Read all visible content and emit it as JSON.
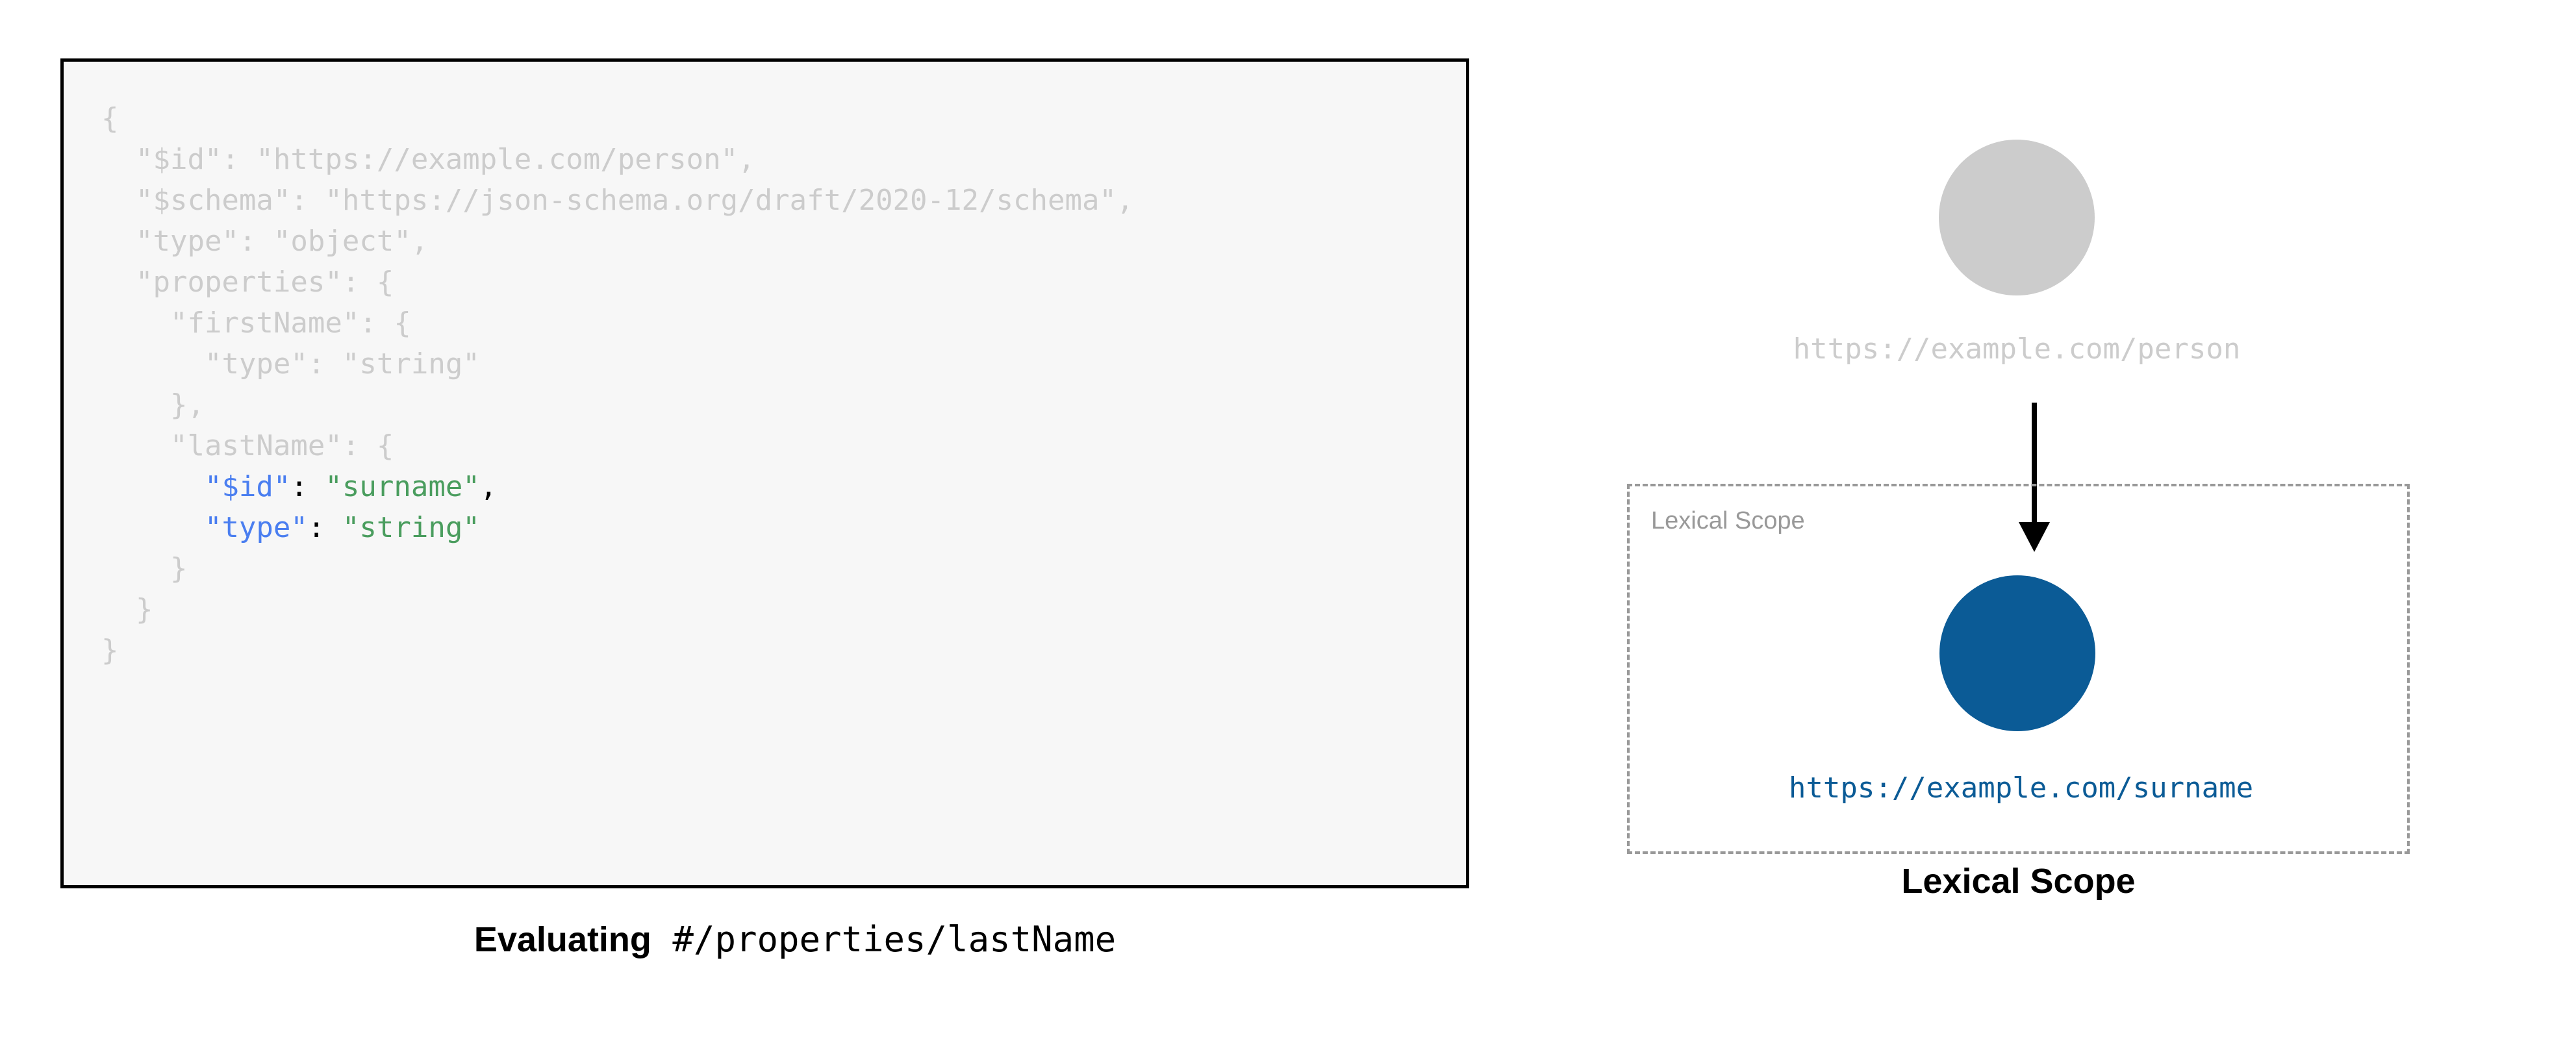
{
  "left_panel": {
    "code_block": {
      "language": "json",
      "background": "#f7f7f7",
      "border_color": "#000000",
      "muted_color": "#cccccc",
      "key_color": "#4a7ef0",
      "string_color": "#4a9d5e",
      "punct_color": "#000000",
      "lines": [
        {
          "indent": 0,
          "tokens": [
            {
              "t": "{",
              "c": "muted"
            }
          ]
        },
        {
          "indent": 1,
          "tokens": [
            {
              "t": "\"$id\": \"https://example.com/person\",",
              "c": "muted"
            }
          ]
        },
        {
          "indent": 1,
          "tokens": [
            {
              "t": "\"$schema\": \"https://json-schema.org/draft/2020-12/schema\",",
              "c": "muted"
            }
          ]
        },
        {
          "indent": 1,
          "tokens": [
            {
              "t": "\"type\": \"object\",",
              "c": "muted"
            }
          ]
        },
        {
          "indent": 1,
          "tokens": [
            {
              "t": "\"properties\": {",
              "c": "muted"
            }
          ]
        },
        {
          "indent": 2,
          "tokens": [
            {
              "t": "\"firstName\": {",
              "c": "muted"
            }
          ]
        },
        {
          "indent": 3,
          "tokens": [
            {
              "t": "\"type\": \"string\"",
              "c": "muted"
            }
          ]
        },
        {
          "indent": 2,
          "tokens": [
            {
              "t": "},",
              "c": "muted"
            }
          ]
        },
        {
          "indent": 2,
          "tokens": [
            {
              "t": "\"lastName\": {",
              "c": "muted"
            }
          ]
        },
        {
          "indent": 3,
          "tokens": [
            {
              "t": "\"$id\"",
              "c": "key"
            },
            {
              "t": ": ",
              "c": "punct"
            },
            {
              "t": "\"surname\"",
              "c": "string"
            },
            {
              "t": ",",
              "c": "punct"
            }
          ]
        },
        {
          "indent": 3,
          "tokens": [
            {
              "t": "\"type\"",
              "c": "key"
            },
            {
              "t": ": ",
              "c": "punct"
            },
            {
              "t": "\"string\"",
              "c": "string"
            }
          ]
        },
        {
          "indent": 2,
          "tokens": [
            {
              "t": "}",
              "c": "muted"
            }
          ]
        },
        {
          "indent": 1,
          "tokens": [
            {
              "t": "}",
              "c": "muted"
            }
          ]
        },
        {
          "indent": 0,
          "tokens": [
            {
              "t": "}",
              "c": "muted"
            }
          ]
        }
      ]
    },
    "caption": {
      "bold_text": "Evaluating",
      "mono_text": "#/properties/lastName"
    }
  },
  "right_panel": {
    "outer_node": {
      "label": "https://example.com/person",
      "circle_color": "#cccccc",
      "label_color": "#cccccc"
    },
    "arrow": {
      "color": "#000000",
      "direction": "down"
    },
    "lexical_scope_box": {
      "title": "Lexical Scope",
      "border_color": "#999999",
      "border_style": "dashed",
      "title_color": "#999999",
      "inner_node": {
        "label": "https://example.com/surname",
        "circle_color": "#0b5b96",
        "label_color": "#0b5b96"
      }
    },
    "caption": "Lexical Scope"
  }
}
